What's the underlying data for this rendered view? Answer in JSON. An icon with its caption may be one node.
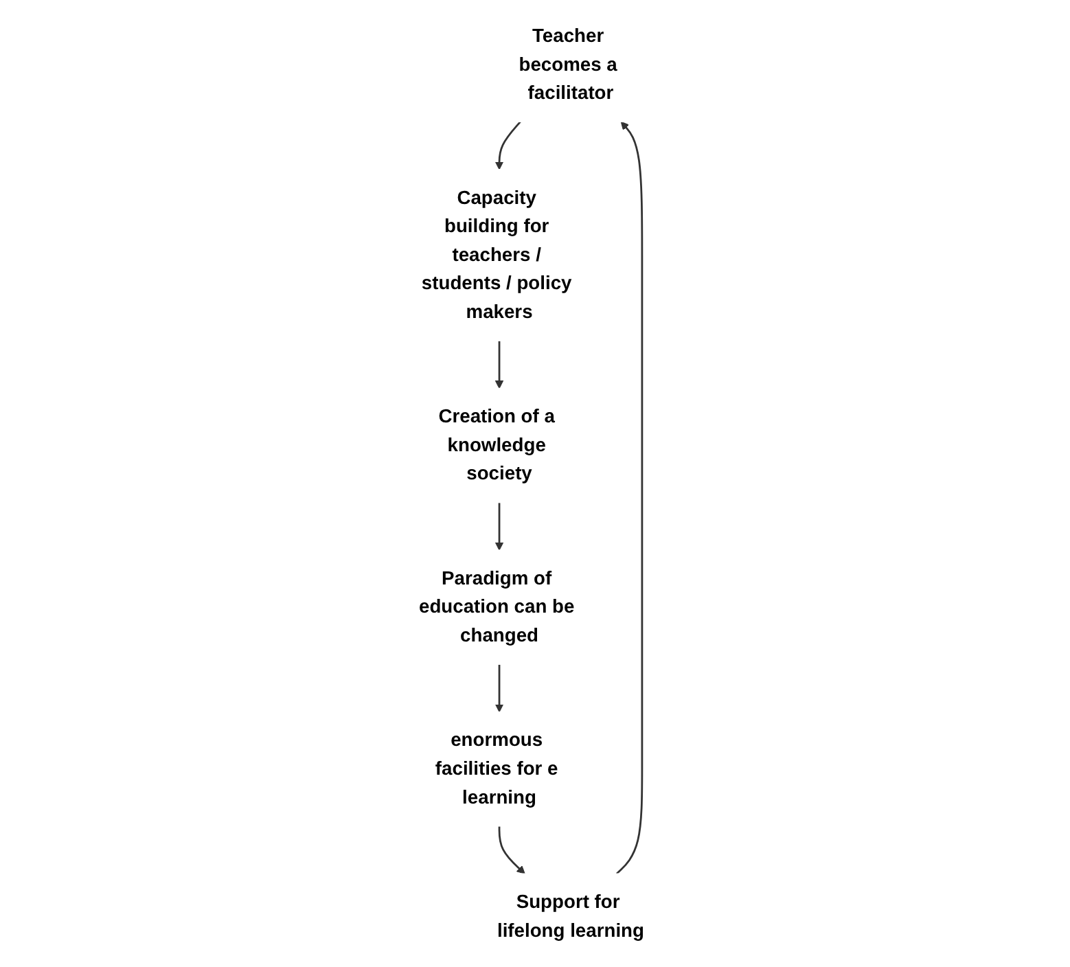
{
  "diagram": {
    "nodes": [
      {
        "text": [
          "Teacher becomes a facilitator"
        ]
      },
      {
        "text": [
          "Capacity building for teachers / students / policy makers"
        ]
      },
      {
        "text": [
          "Creation of a knowledge society"
        ]
      },
      {
        "text": [
          "Paradigm of education can be changed"
        ]
      },
      {
        "text": [
          "enormous facilities for e learning"
        ]
      },
      {
        "text": [
          "Support for lifelong learning"
        ]
      }
    ],
    "edges": [
      {
        "from": 0,
        "to": 1,
        "arrow": "to"
      },
      {
        "from": 1,
        "to": 2,
        "arrow": "to"
      },
      {
        "from": 2,
        "to": 3,
        "arrow": "to"
      },
      {
        "from": 3,
        "to": 4,
        "arrow": "to"
      },
      {
        "from": 4,
        "to": 5,
        "arrow": "to"
      },
      {
        "from": 5,
        "to": 0,
        "arrow": "to"
      }
    ]
  }
}
